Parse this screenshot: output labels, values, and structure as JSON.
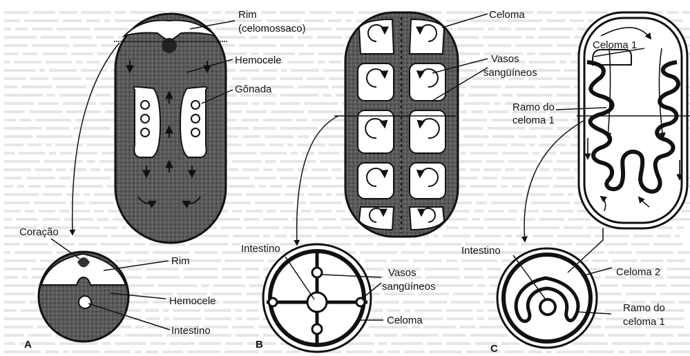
{
  "figure": {
    "panel_a": {
      "letter": "A",
      "rim": "Rim",
      "rim_detail": "(celomossaco)",
      "hemocele": "Hemocele",
      "gonada": "Gônada",
      "coracao": "Coração",
      "rim_section": "Rim",
      "hemocele_section": "Hemocele",
      "intestino": "Intestino"
    },
    "panel_b": {
      "letter": "B",
      "celoma": "Celoma",
      "vasos_line1": "Vasos",
      "vasos_line2": "sangüíneos",
      "intestino": "Intestino",
      "vasos_section_line1": "Vasos",
      "vasos_section_line2": "sangüíneos",
      "celoma_section": "Celoma"
    },
    "panel_c": {
      "letter": "C",
      "celoma1": "Celoma 1",
      "ramo_line1": "Ramo do",
      "ramo_line2": "celoma 1",
      "intestino": "Intestino",
      "celoma2": "Celoma 2",
      "ramo_section_line1": "Ramo do",
      "ramo_section_line2": "celoma 1"
    }
  },
  "colors": {
    "ink": "#111111",
    "stipple": "#4a4a4a",
    "cavity": "#ffffff"
  }
}
